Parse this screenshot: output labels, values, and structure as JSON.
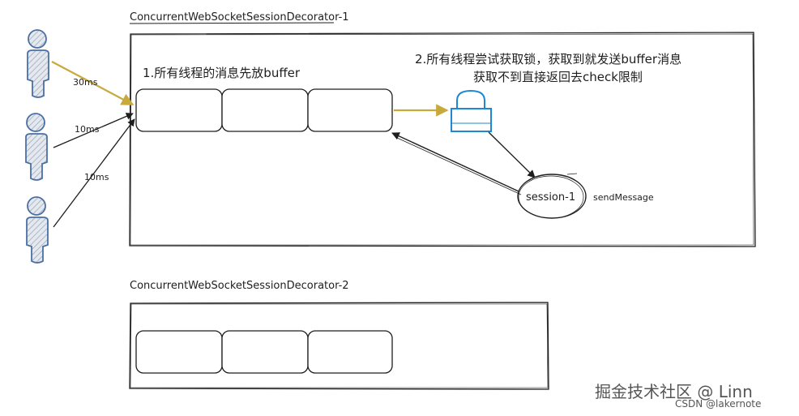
{
  "containers": [
    {
      "title": "ConcurrentWebSocketSessionDecorator-1"
    },
    {
      "title": "ConcurrentWebSocketSessionDecorator-2"
    }
  ],
  "threads": [
    {
      "delay_label": "30ms"
    },
    {
      "delay_label": "10ms"
    },
    {
      "delay_label": "10ms"
    }
  ],
  "notes": {
    "step1": "1.所有线程的消息先放buffer",
    "step2_line1": "2.所有线程尝试获取锁，获取到就发送buffer消息",
    "step2_line2": "获取不到直接返回去check限制"
  },
  "session": {
    "label": "session-1",
    "action": "sendMessage"
  },
  "watermark": {
    "primary": "掘金技术社区 @ Linn",
    "secondary": "CSDN @lakernote"
  },
  "colors": {
    "stroke": "#1e1e1e",
    "person_stroke": "#4a6fa5",
    "person_fill": "#d0d6e0",
    "lock": "#1e88d2",
    "yellow_arrow": "#c8a93c"
  }
}
